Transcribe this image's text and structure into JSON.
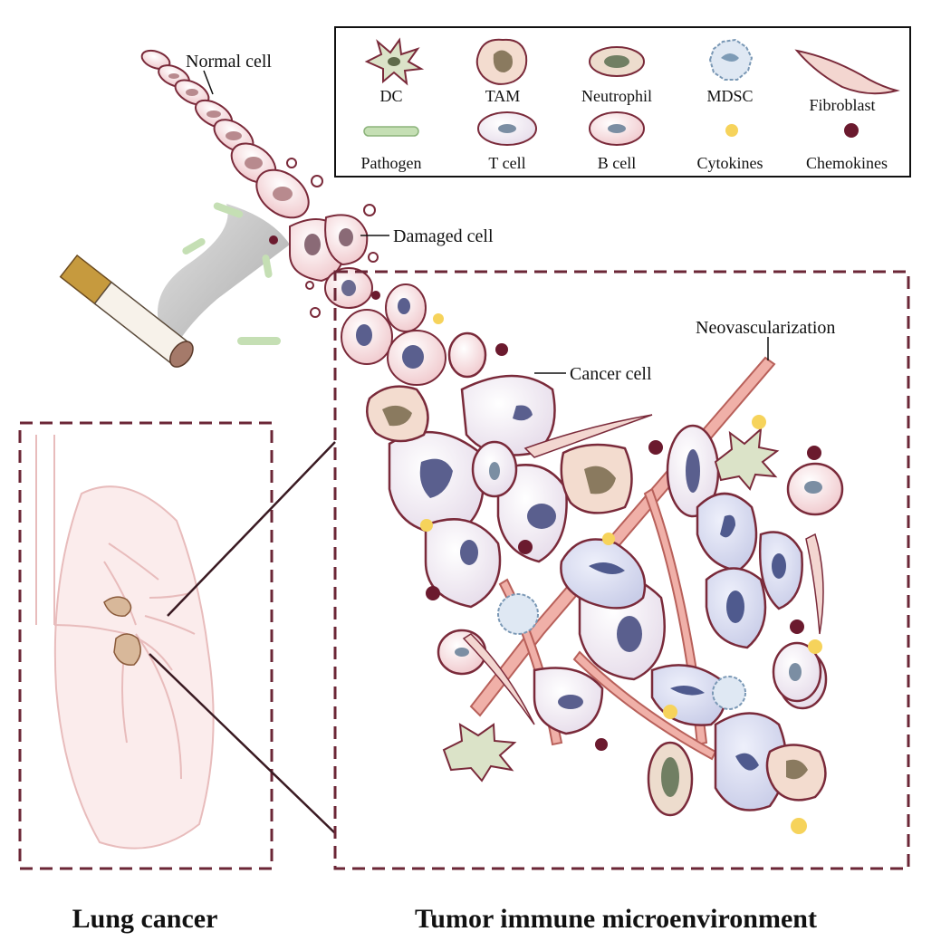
{
  "legend": {
    "items": [
      {
        "key": "dc",
        "label": "DC"
      },
      {
        "key": "tam",
        "label": "TAM"
      },
      {
        "key": "neutrophil",
        "label": "Neutrophil"
      },
      {
        "key": "mdsc",
        "label": "MDSC"
      },
      {
        "key": "fibroblast",
        "label": "Fibroblast"
      },
      {
        "key": "pathogen",
        "label": "Pathogen"
      },
      {
        "key": "tcell",
        "label": "T cell"
      },
      {
        "key": "bcell",
        "label": "B cell"
      },
      {
        "key": "cytokines",
        "label": "Cytokines"
      },
      {
        "key": "chemokines",
        "label": "Chemokines"
      }
    ]
  },
  "annotations": {
    "normal_cell": "Normal cell",
    "damaged_cell": "Damaged cell",
    "cancer_cell": "Cancer cell",
    "neovascularization": "Neovascularization"
  },
  "panels": {
    "lung_title": "Lung cancer",
    "tme_title": "Tumor immune microenvironment"
  },
  "colors": {
    "frame": "#6b2636",
    "cell_outline": "#7a2a3a",
    "normal_fill": "#f3d6d8",
    "cancer_fill": "#ece4f0",
    "nucleus": "#5a5f8e",
    "cytokine": "#f6d35b",
    "chemokine": "#6b1a2e",
    "vessel": "#e79a8e",
    "pathogen": "#b9d9a8",
    "lung": "#f4d4d4"
  }
}
